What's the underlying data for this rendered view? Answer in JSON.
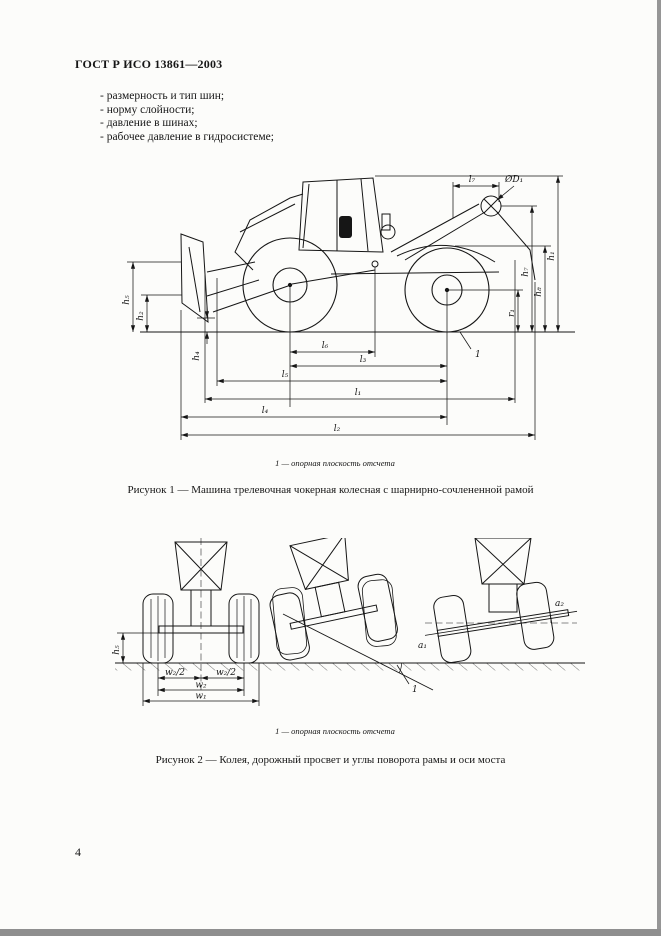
{
  "document": {
    "header": "ГОСТ Р ИСО 13861—2003",
    "page_number": "4",
    "bullets": [
      "-  размерность и тип шин;",
      "-  норму слойности;",
      "-  давление в шинах;",
      "-  рабочее давление в гидросистеме;"
    ]
  },
  "figure1": {
    "legend": "1 — опорная плоскость отсчета",
    "caption": "Рисунок 1 — Машина трелевочная чокерная колесная с шарнирно-сочлененной рамой",
    "labels": {
      "l7": "l₇",
      "d1": "ØD₁",
      "h1": "h₁",
      "h7": "h₇",
      "h8": "h₈",
      "r1": "r₁",
      "h5": "h₅",
      "h2": "h₂",
      "h4": "h₄",
      "l6": "l₆",
      "l3": "l₃",
      "l5": "l₅",
      "l1": "l₁",
      "l4": "l₄",
      "l2": "l₂",
      "ref": "1"
    }
  },
  "figure2": {
    "legend": "1 — опорная плоскость отсчета",
    "caption": "Рисунок 2 — Колея, дорожный просвет и углы поворота рамы и оси моста",
    "labels": {
      "h5": "h₅",
      "w2half": "w₂/2",
      "w2": "w₂",
      "w1": "w₁",
      "a1": "a₁",
      "a2": "a₂",
      "ref": "1"
    }
  }
}
